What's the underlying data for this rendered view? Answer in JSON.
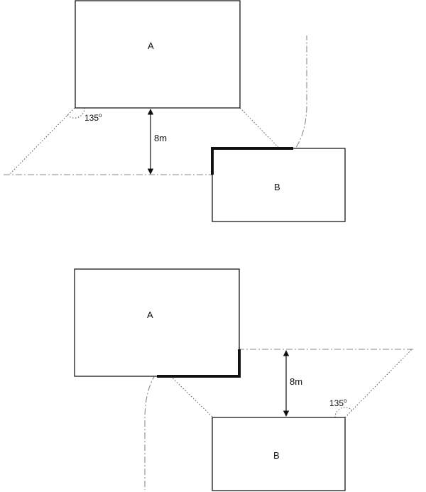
{
  "top": {
    "building_a": "A",
    "building_b": "B",
    "distance": "8m",
    "angle": "135",
    "angle_unit": "o"
  },
  "bottom": {
    "building_a": "A",
    "building_b": "B",
    "distance": "8m",
    "angle": "135",
    "angle_unit": "o"
  }
}
